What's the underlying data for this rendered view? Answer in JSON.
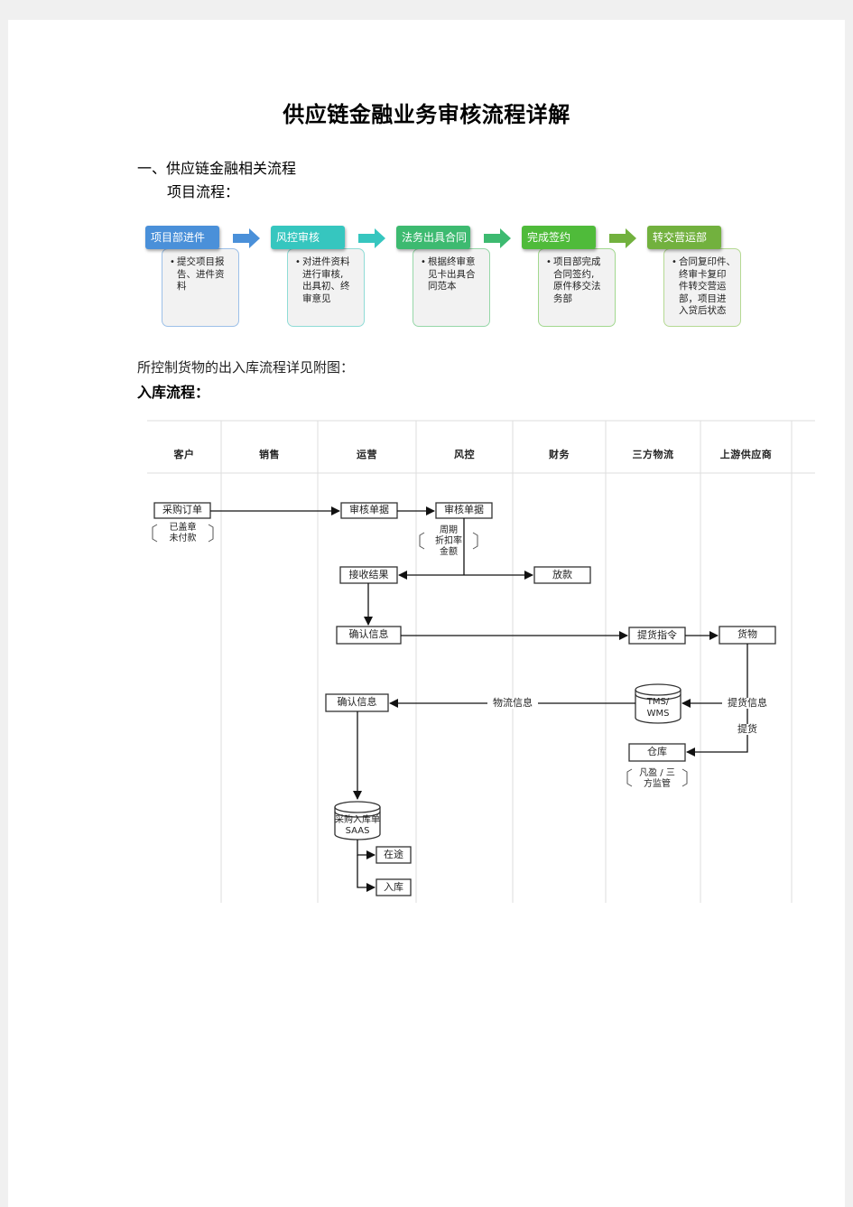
{
  "doc": {
    "title": "供应链金融业务审核流程详解",
    "section1": "一、供应链金融相关流程",
    "sub1": "项目流程：",
    "para": "所控制货物的出入库流程详见附图：",
    "sub2": "入库流程："
  },
  "steps": [
    {
      "head": "项目部进件",
      "color": "#4a90d9",
      "lines": [
        "提交项目报",
        "告、进件资",
        "料"
      ]
    },
    {
      "head": "风控审核",
      "color": "#36c6bf",
      "lines": [
        "对进件资料",
        "进行审核,",
        "出具初、终",
        "审意见"
      ]
    },
    {
      "head": "法务出具合同",
      "color": "#3dba70",
      "lines": [
        "根据终审意",
        "见卡出具合",
        "同范本"
      ]
    },
    {
      "head": "完成签约",
      "color": "#4fbb3a",
      "lines": [
        "项目部完成",
        "合同签约,",
        "原件移交法",
        "务部"
      ]
    },
    {
      "head": "转交营运部",
      "color": "#72b13e",
      "lines": [
        "合同复印件、",
        "终审卡复印",
        "件转交营运",
        "部，项目进",
        "入贷后状态"
      ]
    }
  ],
  "swimlane": {
    "lanes": [
      "客户",
      "销售",
      "运营",
      "风控",
      "财务",
      "三方物流",
      "上游供应商"
    ],
    "nodes": {
      "purchase_order": "采购订单",
      "ops_review": "审核单据",
      "risk_review": "审核单据",
      "receive_result": "接收结果",
      "loan": "放款",
      "confirm1": "确认信息",
      "pickup_cmd": "提货指令",
      "goods": "货物",
      "confirm2": "确认信息",
      "tms_wms_1": "TMS/",
      "tms_wms_2": "WMS",
      "warehouse": "仓库",
      "saas_1": "采购入库单",
      "saas_2": "SAAS",
      "in_transit": "在途",
      "in_stock": "入库"
    },
    "notes": {
      "order_1": "已盖章",
      "order_2": "未付款",
      "risk_1": "周期",
      "risk_2": "折扣率",
      "risk_3": "金额",
      "wh_1": "凡盈 / 三",
      "wh_2": "方监管"
    },
    "edge_labels": {
      "logistics_info": "物流信息",
      "pickup_info": "提货信息",
      "pickup": "提货"
    }
  }
}
